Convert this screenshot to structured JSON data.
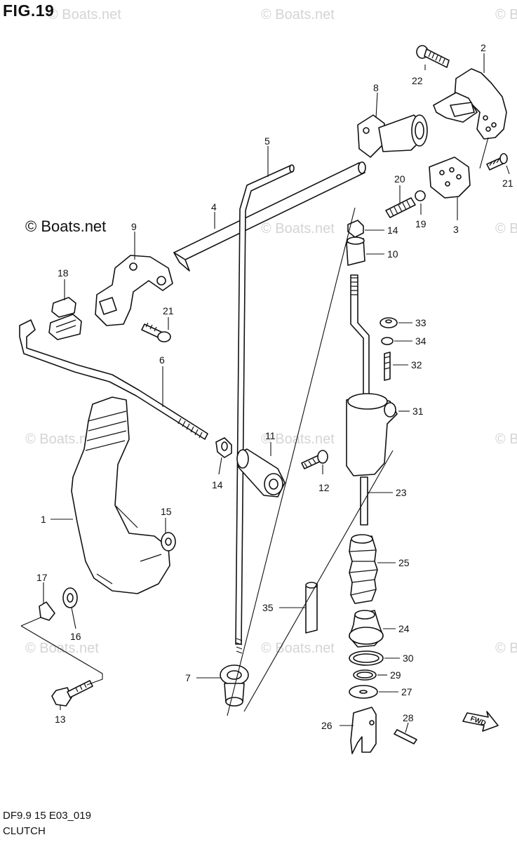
{
  "figure": {
    "title": "FIG.19",
    "copyright": "© Boats.net",
    "code": "DF9.9 15 E03_019",
    "name": "CLUTCH"
  },
  "watermark_text": "© Boats.net",
  "fwd_label": "FWD",
  "callouts": {
    "c1": "1",
    "c2": "2",
    "c3": "3",
    "c4": "4",
    "c5": "5",
    "c6": "6",
    "c7": "7",
    "c8": "8",
    "c9": "9",
    "c10": "10",
    "c11": "11",
    "c12": "12",
    "c13": "13",
    "c14a": "14",
    "c14b": "14",
    "c15": "15",
    "c16": "16",
    "c17": "17",
    "c18": "18",
    "c19": "19",
    "c20": "20",
    "c21a": "21",
    "c21b": "21",
    "c22": "22",
    "c23": "23",
    "c24": "24",
    "c25": "25",
    "c26": "26",
    "c27": "27",
    "c28": "28",
    "c29": "29",
    "c30": "30",
    "c31": "31",
    "c32": "32",
    "c33": "33",
    "c34": "34",
    "c35": "35"
  }
}
